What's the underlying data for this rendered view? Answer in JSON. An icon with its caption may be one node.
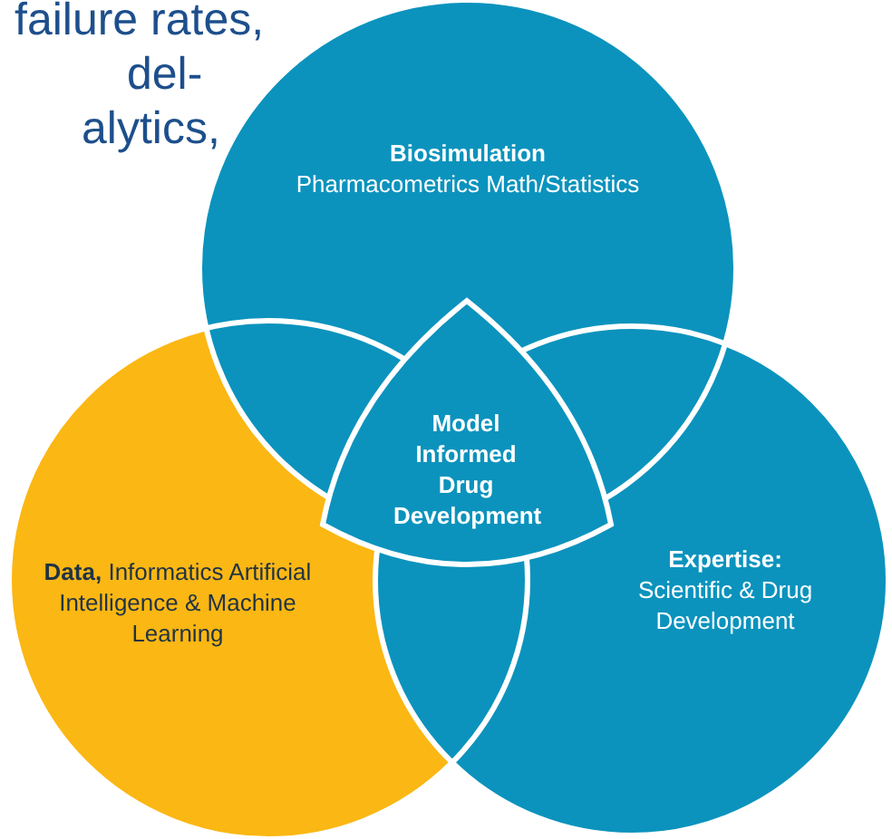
{
  "diagram": {
    "nodes": [
      {
        "text": [
          "Biosimulation",
          "Pharmacometrics Math/Statistics"
        ]
      },
      {
        "text": [
          "**Data,** Informatics Artificial Intelligence & Machine Learning"
        ]
      },
      {
        "text": [
          "Expertise:",
          "Scientific & Drug Development"
        ]
      },
      {
        "text": [
          "Model Informed Drug Development"
        ]
      }
    ],
    "labels": [
      "failure rates,",
      "del-",
      "alytics,"
    ]
  }
}
